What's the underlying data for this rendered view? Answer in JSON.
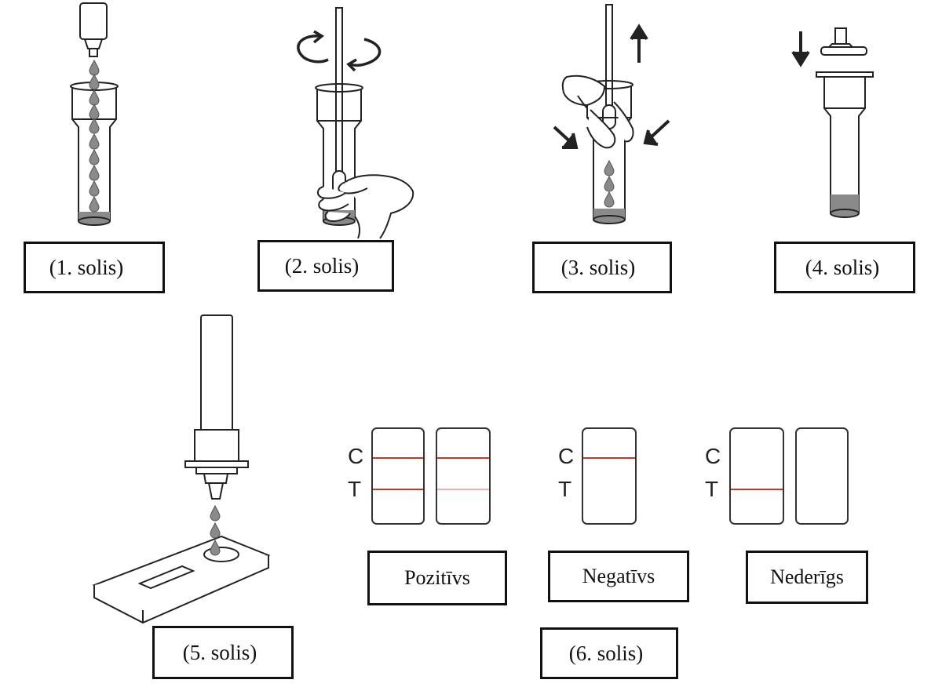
{
  "steps": {
    "step1": "(1. solis)",
    "step2": "(2. solis)",
    "step3": "(3. solis)",
    "step4": "(4. solis)",
    "step5": "(5. solis)",
    "step6": "(6. solis)"
  },
  "results": {
    "positive": "Pozitīvs",
    "negative": "Negatīvs",
    "invalid": "Nederīgs"
  },
  "markers": {
    "control": "C",
    "test": "T"
  },
  "colors": {
    "line": "#222222",
    "liquid": "#8a8a8a",
    "result_line": "#c0392b",
    "faint_line": "#e8b4ad"
  }
}
